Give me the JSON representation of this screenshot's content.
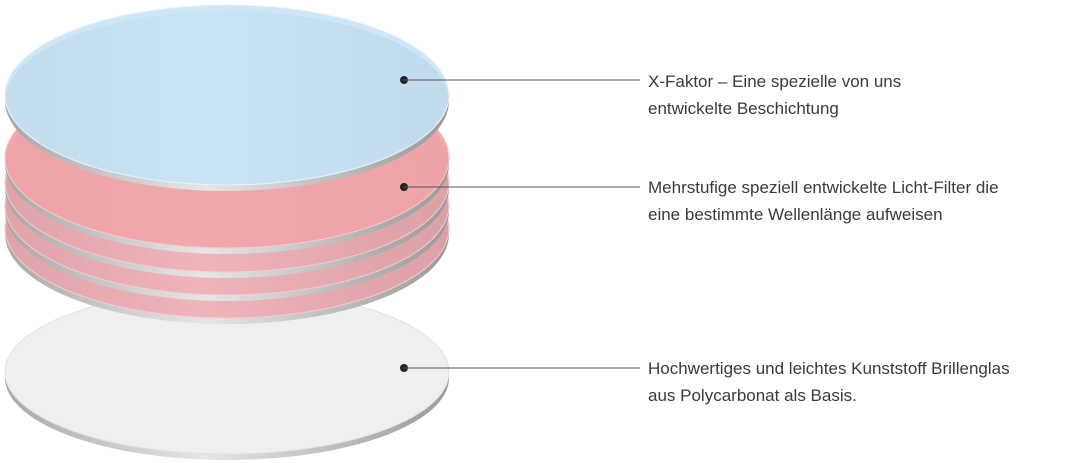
{
  "layers": [
    {
      "id": "coating",
      "line1": "X-Faktor – Eine spezielle von uns",
      "line2": "entwickelte Beschichtung",
      "color": "#c6e4f8"
    },
    {
      "id": "filters",
      "line1": "Mehrstufige speziell entwickelte Licht-Filter die",
      "line2": "eine bestimmte Wellenlänge aufweisen",
      "color": "#f2a3aa"
    },
    {
      "id": "base",
      "line1": "Hochwertiges und leichtes Kunststoff Brillenglas",
      "line2": "aus Polycarbonat als Basis.",
      "color": "#efefef"
    }
  ],
  "colors": {
    "rim": "#b8b8b8",
    "dot": "#222222",
    "line": "#555555",
    "text": "#3a3a3a"
  }
}
